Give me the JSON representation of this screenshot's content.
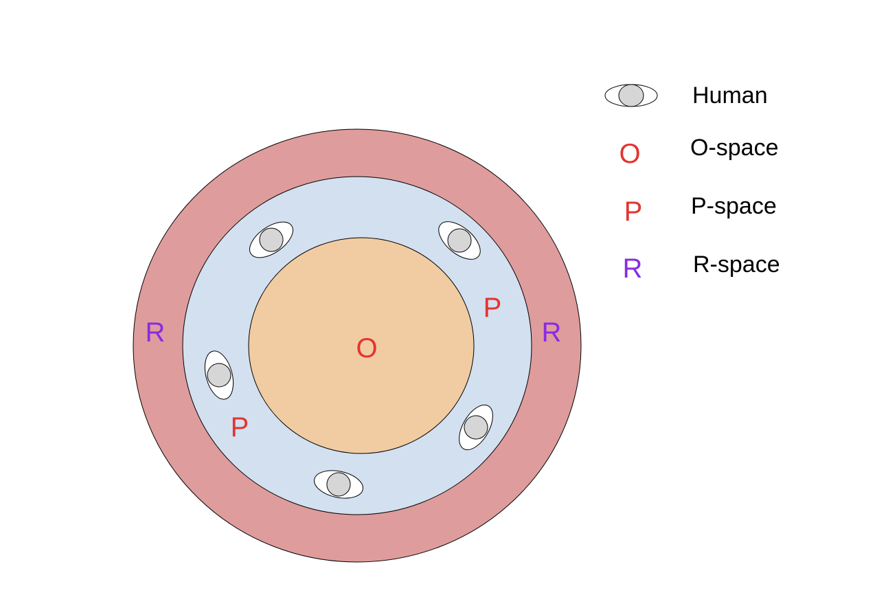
{
  "colors": {
    "r_space": "#df9c9c",
    "p_space": "#d2e0f0",
    "o_space": "#f1cca2",
    "outline": "#000000",
    "human_body": "#ffffff",
    "human_head": "#d6d6d6",
    "label_red": "#e3342f",
    "label_purple": "#8a2be2",
    "legend_text": "#000000"
  },
  "diagram": {
    "labels": {
      "o_center": "O",
      "p_right": "P",
      "p_left": "P",
      "r_left": "R",
      "r_right": "R"
    },
    "humans": [
      {
        "name": "human-top-left"
      },
      {
        "name": "human-top-right"
      },
      {
        "name": "human-left"
      },
      {
        "name": "human-bottom-right"
      },
      {
        "name": "human-bottom"
      }
    ]
  },
  "legend": {
    "items": [
      {
        "symbol": "",
        "icon": "human-icon",
        "label": "Human"
      },
      {
        "symbol": "O",
        "label": "O-space"
      },
      {
        "symbol": "P",
        "label": "P-space"
      },
      {
        "symbol": "R",
        "label": "R-space"
      }
    ]
  }
}
